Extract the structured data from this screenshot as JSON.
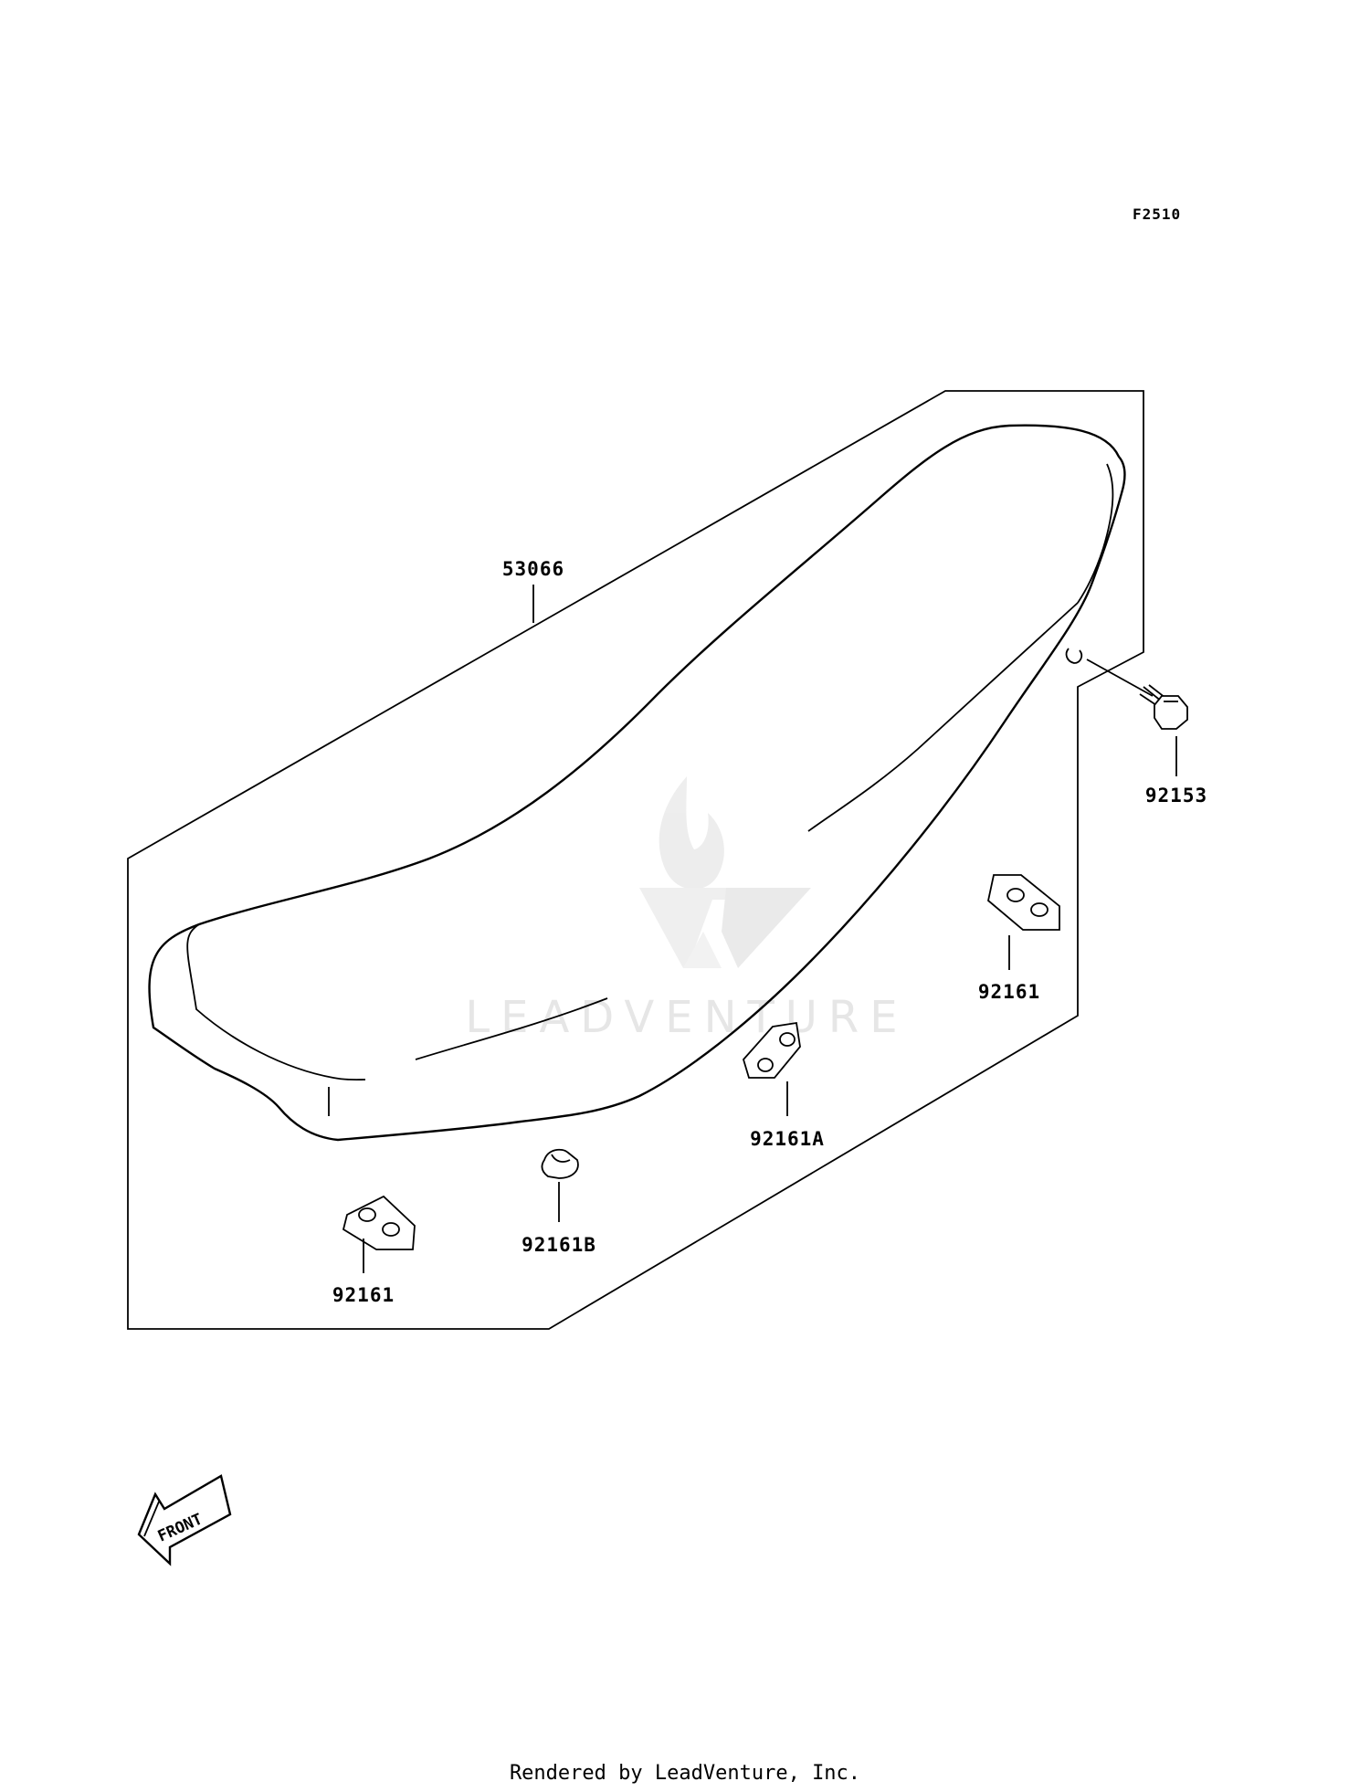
{
  "figure_code": "F2510",
  "parts": {
    "seat": "53066",
    "bolt": "92153",
    "damper_right": "92161",
    "damper_middle": "92161A",
    "damper_small": "92161B",
    "damper_left": "92161"
  },
  "front_indicator": "FRONT",
  "watermark": "LEADVENTURE",
  "footer": "Rendered by LeadVenture, Inc.",
  "colors": {
    "line": "#000000",
    "watermark": "#e6e6e6"
  }
}
